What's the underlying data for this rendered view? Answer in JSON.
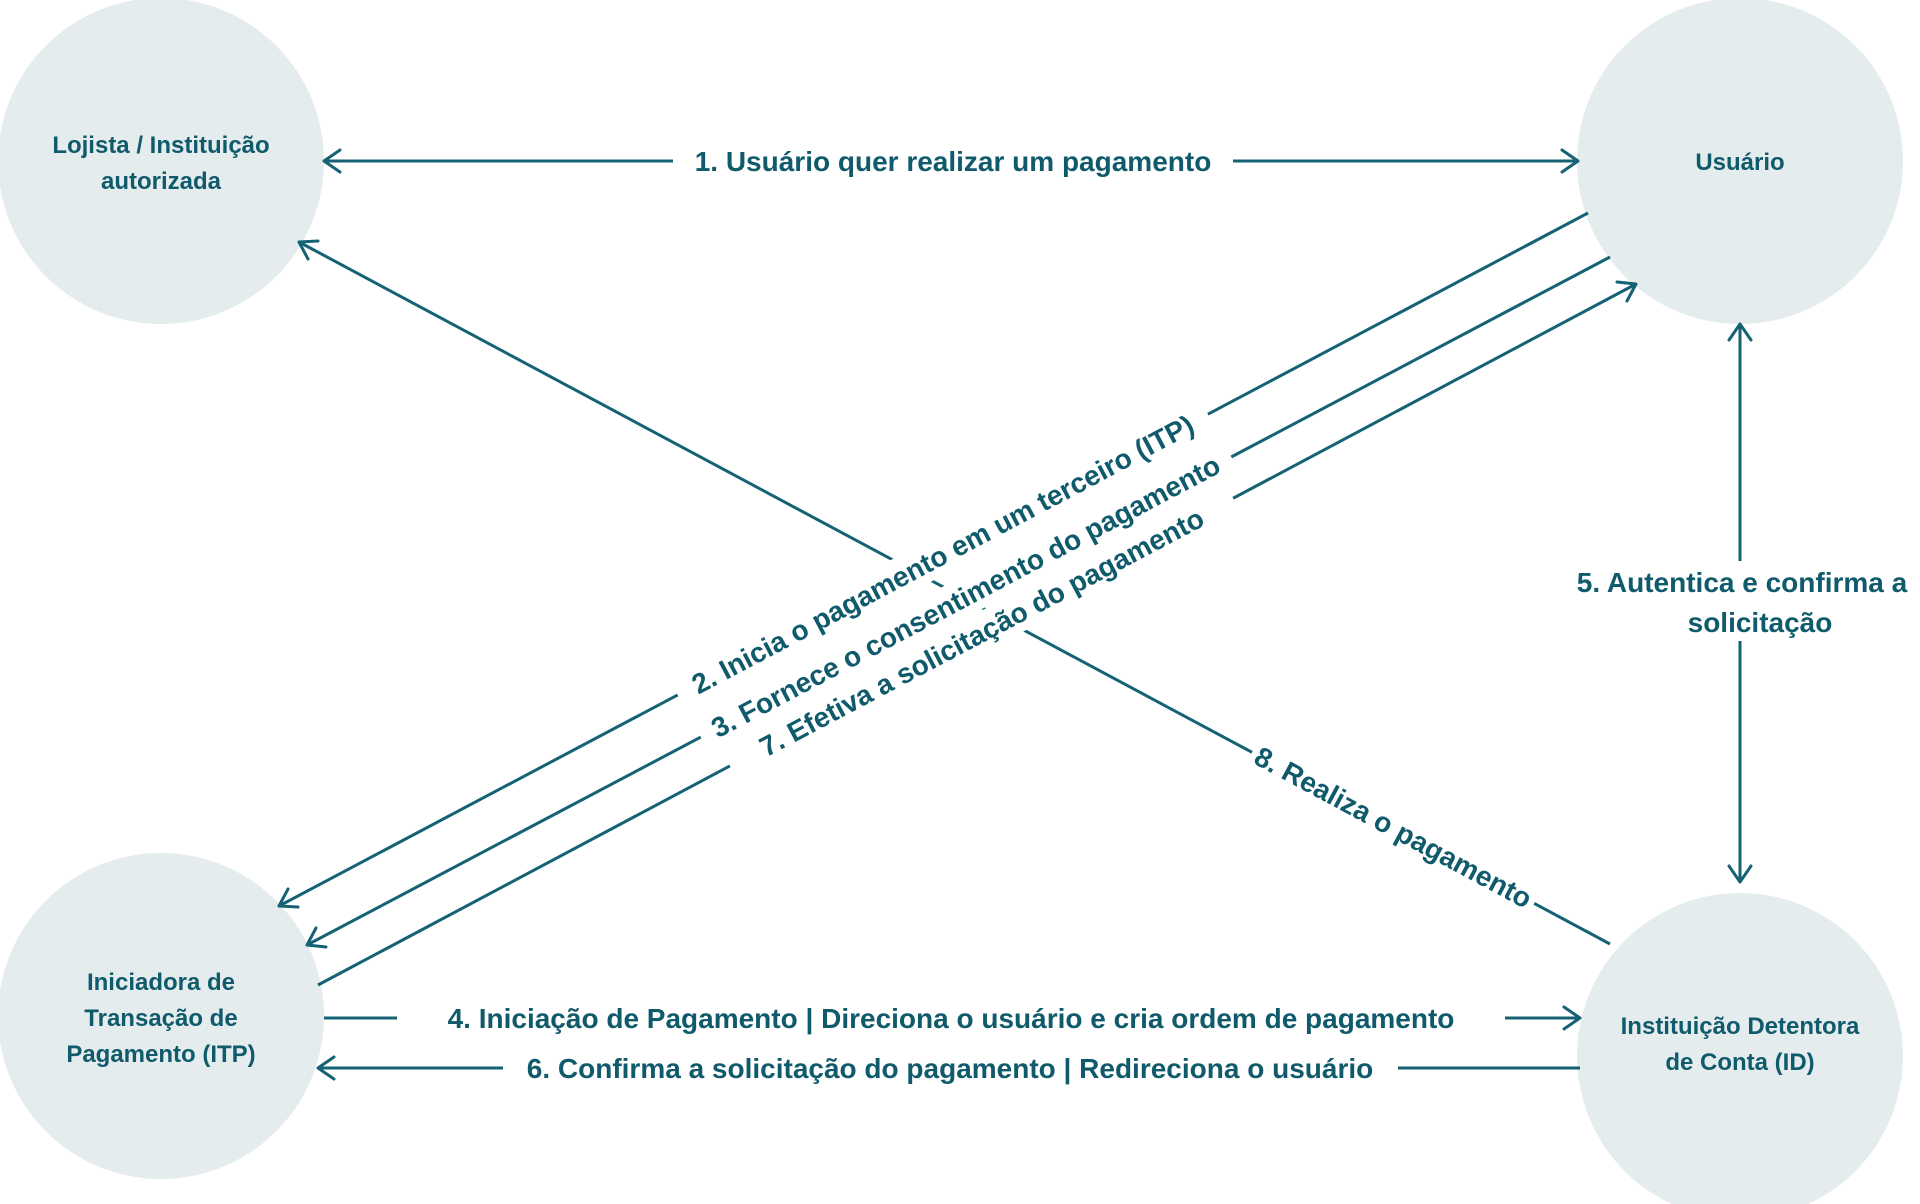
{
  "colors": {
    "node_fill": "#e5ecee",
    "line": "#146274",
    "text": "#0f5a6b",
    "background": "#ffffff"
  },
  "nodes": {
    "lojista": {
      "line1": "Lojista / Instituição",
      "line2": "autorizada"
    },
    "usuario": {
      "line1": "Usuário"
    },
    "itp": {
      "line1": "Iniciadora de",
      "line2": "Transação de",
      "line3": "Pagamento (ITP)"
    },
    "id": {
      "line1": "Instituição Detentora",
      "line2": "de Conta (ID)"
    }
  },
  "edges": {
    "e1": "1. Usuário quer realizar um pagamento",
    "e2": "2. Inicia o pagamento em um terceiro (ITP)",
    "e3": "3. Fornece o consentimento do pagamento",
    "e4": "4. Iniciação de Pagamento | Direciona o usuário e cria ordem de pagamento",
    "e5_line1": "5. Autentica e confirma a",
    "e5_line2": "solicitação",
    "e6": "6. Confirma a solicitação do pagamento | Redireciona o usuário",
    "e7": "7. Efetiva a solicitação do pagamento",
    "e8": "8. Realiza o pagamento"
  }
}
